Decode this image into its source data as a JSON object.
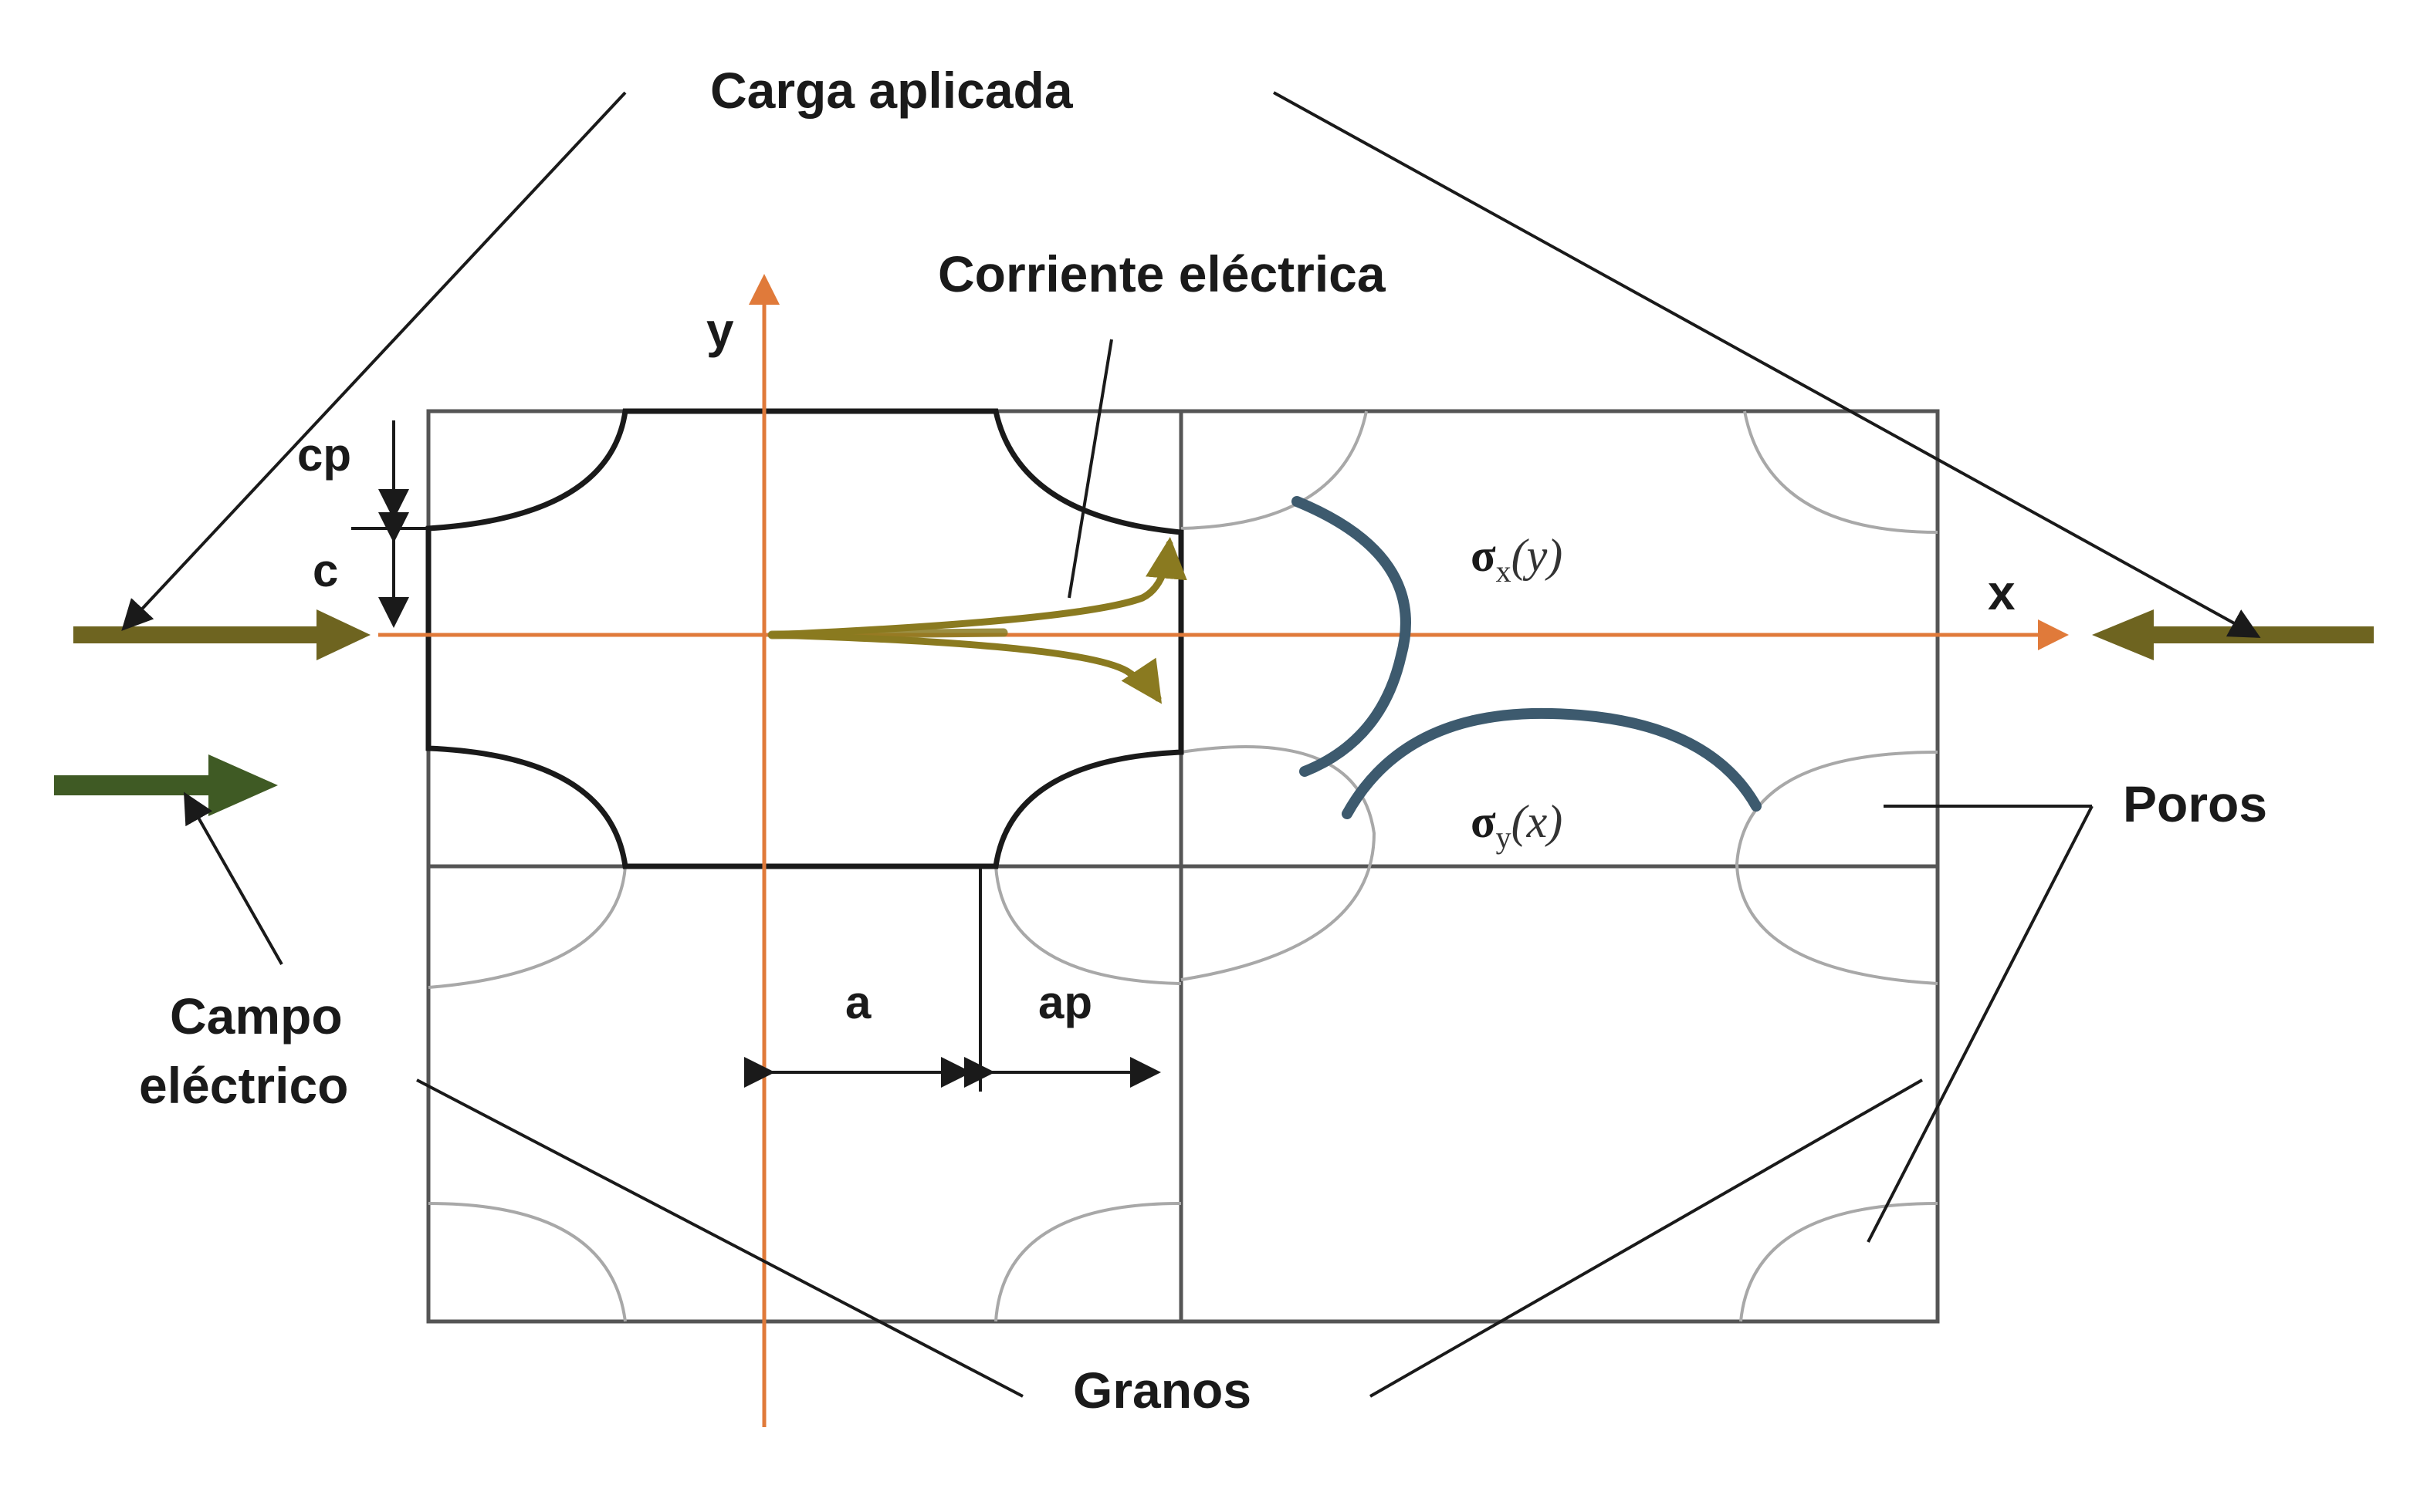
{
  "labels": {
    "applied_load": "Carga aplicada",
    "electric_current": "Corriente eléctrica",
    "electric_field_line1": "Campo",
    "electric_field_line2": "eléctrico",
    "pores": "Poros",
    "grains": "Granos",
    "axis_x": "x",
    "axis_y": "y",
    "dim_a": "a",
    "dim_ap": "ap",
    "dim_c": "c",
    "dim_cp": "cp",
    "sigma_symbol": "σ",
    "sigma_x_sub": "x",
    "sigma_x_arg": "(y)",
    "sigma_y_sub": "y",
    "sigma_y_arg": "(x)"
  },
  "colors": {
    "axis": "#e07a3a",
    "load_arrow": "#6e6420",
    "field_arrow": "#3f5a24",
    "current_arrow": "#8a7a20",
    "stress_curve": "#3d5a6e",
    "grain_outline": "#1a1a1a",
    "grid": "#555555",
    "pore_outline": "#a8a8a8"
  }
}
